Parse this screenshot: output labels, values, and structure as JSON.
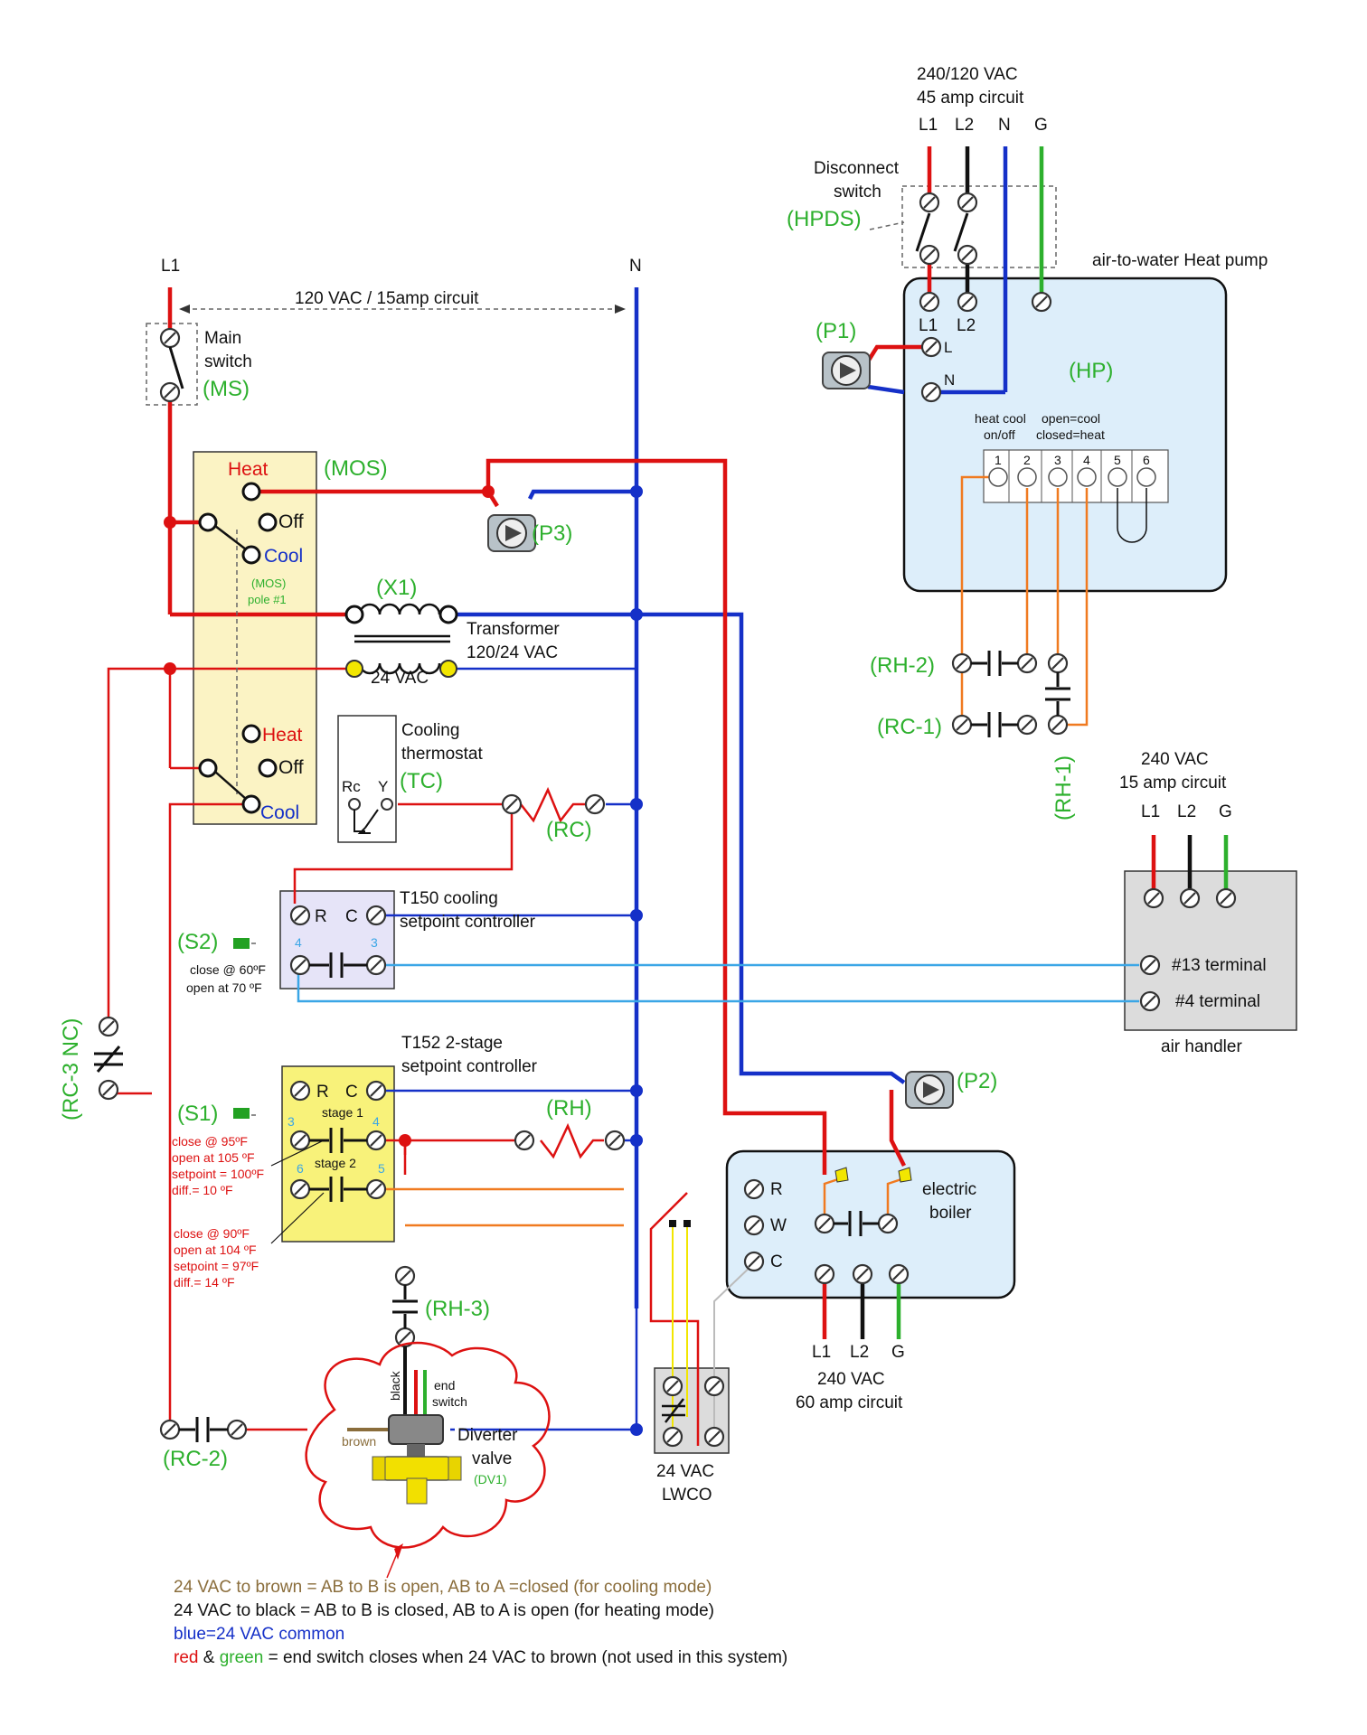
{
  "colors": {
    "hot": "#d11",
    "neutral": "#1530c8",
    "ground": "#2db02d",
    "low_volt": "#d11",
    "orange": "#f07a20",
    "light_blue": "#3aa6e6",
    "yellow_panel": "#fbf3c4",
    "blue_panel": "#ddeefa",
    "purple_panel": "#e6e4f8",
    "gray_panel": "#dcdcdc",
    "brown": "#8a6d3b"
  },
  "heat_pump_supply": {
    "line1": "240/120 VAC",
    "line2": "45 amp circuit",
    "L1": "L1",
    "L2": "L2",
    "N": "N",
    "G": "G"
  },
  "disconnect": {
    "label1": "Disconnect",
    "label2": "switch",
    "tag": "(HPDS)"
  },
  "heat_pump": {
    "title": "air-to-water Heat pump",
    "tag": "(HP)",
    "L1": "L1",
    "L2": "L2",
    "L": "L",
    "N": "N",
    "term_hdr1": "heat cool",
    "term_hdr2": "on/off",
    "term_hdr3": "open=cool",
    "term_hdr4": "closed=heat",
    "terms": [
      "1",
      "2",
      "3",
      "4",
      "5",
      "6"
    ]
  },
  "p1": "(P1)",
  "rh2": "(RH-2)",
  "rc1": "(RC-1)",
  "rh1": "(RH-1)",
  "main": {
    "L1": "L1",
    "N": "N",
    "circuit": "120 VAC / 15amp circuit",
    "ms1": "Main",
    "ms2": "switch",
    "ms_tag": "(MS)"
  },
  "mos": {
    "tag": "(MOS)",
    "heat": "Heat",
    "off": "Off",
    "cool": "Cool",
    "pole1": "(MOS)",
    "pole2": "pole #1",
    "heat2": "Heat",
    "off2": "Off",
    "cool2": "Cool"
  },
  "p3": "(P3)",
  "x1": {
    "tag": "(X1)",
    "line1": "Transformer",
    "line2": "120/24 VAC",
    "sec": "24 VAC"
  },
  "tc": {
    "line1": "Cooling",
    "line2": "thermostat",
    "rc": "Rc",
    "y": "Y",
    "tag": "(TC)"
  },
  "rc": "(RC)",
  "t150": {
    "line1": "T150 cooling",
    "line2": "setpoint controller",
    "r": "R",
    "c": "C",
    "n4": "4",
    "n3": "3"
  },
  "s2": {
    "tag": "(S2)",
    "close": "close @ 60ºF",
    "open": "open at 70 ºF"
  },
  "air_supply": {
    "line1": "240 VAC",
    "line2": "15 amp circuit",
    "L1": "L1",
    "L2": "L2",
    "G": "G"
  },
  "air_handler": {
    "t13": "#13 terminal",
    "t4": "#4 terminal",
    "label": "air handler"
  },
  "rc3": "(RC-3 NC)",
  "t152": {
    "line1": "T152  2-stage",
    "line2": "setpoint controller",
    "r": "R",
    "c": "C",
    "stage1": "stage 1",
    "stage2": "stage 2",
    "n3": "3",
    "n4": "4",
    "n6": "6",
    "n5": "5"
  },
  "s1": {
    "tag": "(S1)",
    "a1": "close @ 95ºF",
    "a2": "open at 105 ºF",
    "a3": "setpoint = 100ºF",
    "a4": "diff.= 10 ºF",
    "b1": "close @ 90ºF",
    "b2": "open at 104 ºF",
    "b3": "setpoint = 97ºF",
    "b4": "diff.= 14 ºF"
  },
  "rh": "(RH)",
  "p2": "(P2)",
  "boiler": {
    "r": "R",
    "w": "W",
    "c": "C",
    "line1": "electric",
    "line2": "boiler",
    "L1": "L1",
    "L2": "L2",
    "G": "G",
    "sup1": "240 VAC",
    "sup2": "60 amp circuit"
  },
  "rh3": "(RH-3)",
  "rc2": "(RC-2)",
  "dv": {
    "black": "black",
    "end1": "end",
    "end2": "switch",
    "brown": "brown",
    "line1": "Diverter",
    "line2": "valve",
    "tag": "(DV1)"
  },
  "lwco": {
    "line1": "24 VAC",
    "line2": "LWCO"
  },
  "legend": {
    "l1": "24 VAC to brown = AB to B is open, AB to A =closed (for cooling mode)",
    "l2": "24 VAC to black = AB to B is closed, AB to A is open (for heating mode)",
    "l3": "blue=24 VAC common",
    "l4a": "red",
    "l4b": " & ",
    "l4c": "green",
    "l4d": " = end switch closes when 24 VAC to brown (not used in this system)"
  }
}
